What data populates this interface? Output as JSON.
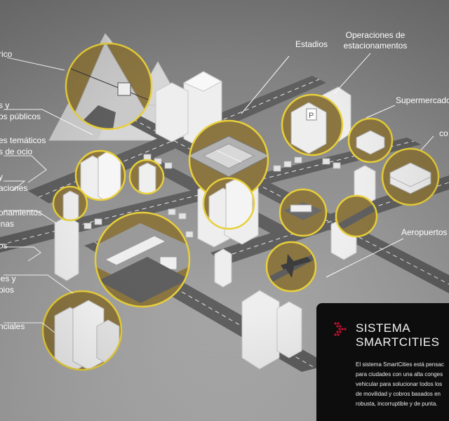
{
  "colors": {
    "background_top": "#7a7a7a",
    "background_bottom": "#b4b4b4",
    "highlight_ring": "#e8cf3a",
    "highlight_fill": "#8a7540",
    "road": "#5d5d5d",
    "building": "#ececec",
    "panel": "#0d0d0d",
    "logo": "#c4122f"
  },
  "labels": {
    "l1": "rico",
    "l2a": "s y",
    "l2b": "os públicos",
    "l3a": "es temáticos",
    "l3b": "s de ocio",
    "l4a": "y",
    "l4b": "aciones",
    "l5a": "onamientos",
    "l5b": "inas",
    "l6": "os",
    "l7a": "les y",
    "l7b": "pios",
    "l8": "nciales",
    "estadios": "Estadios",
    "operaciones_a": "Operaciones de",
    "operaciones_b": "estacionamentos",
    "supermercados": "Supermercados",
    "co": "co",
    "aeropuertos": "Aeropuertos"
  },
  "panel": {
    "title_line1": "SISTEMA",
    "title_line2": "SMARTCITIES",
    "body": [
      "El sistema SmartCities está pensac",
      "para ciudades con una alta conges",
      "vehicular para solucionar todos los",
      "de movilidad y cobros basados en",
      "robusta, incorruptible y de punta."
    ],
    "logo_icon": "chevron-arrow-icon"
  }
}
